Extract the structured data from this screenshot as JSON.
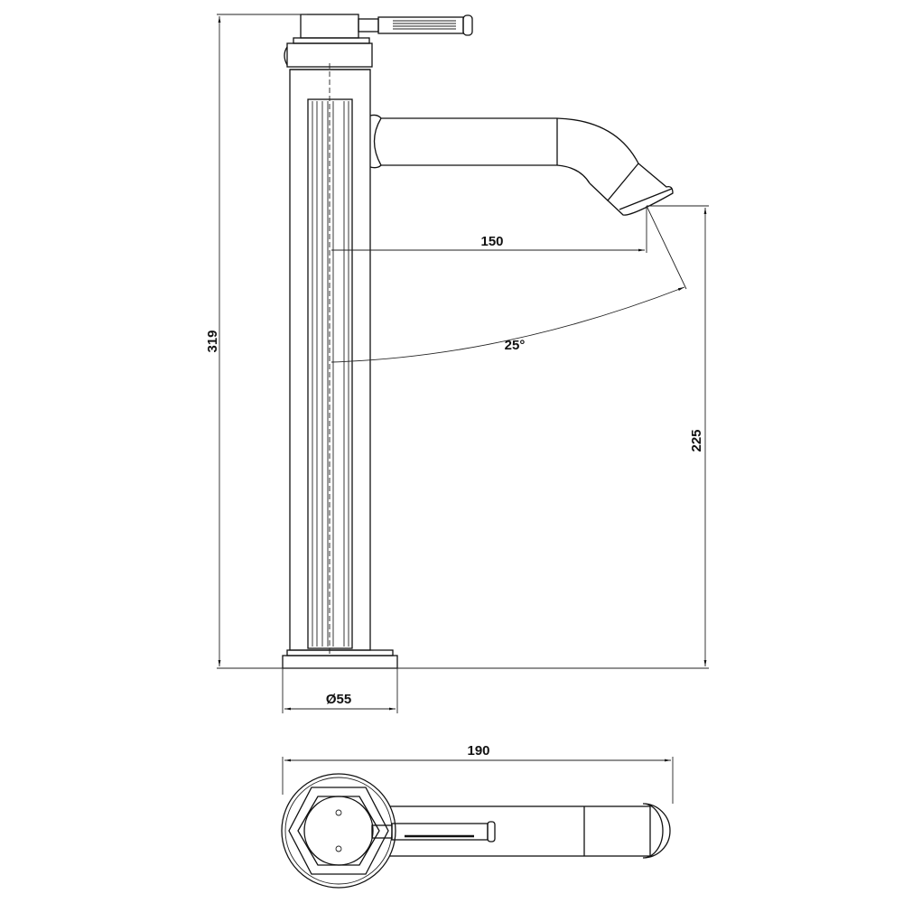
{
  "drawing": {
    "dimensions": {
      "overall_height": "319",
      "spout_reach": "150",
      "spout_angle": "25°",
      "spout_height": "225",
      "base_diameter": "Ø55",
      "overall_length": "190"
    }
  }
}
